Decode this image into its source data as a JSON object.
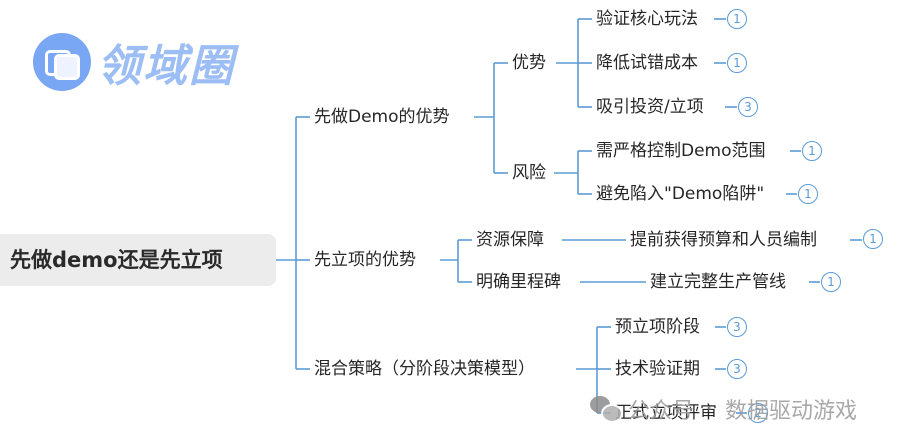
{
  "logo": {
    "text": "领域圈"
  },
  "mindmap": {
    "line_color": "#5b9bd5",
    "root": {
      "label": "先做demo还是先立项"
    },
    "branches": [
      {
        "label": "先做Demo的优势",
        "children": [
          {
            "label": "优势",
            "children": [
              {
                "label": "验证核心玩法",
                "badge": "1"
              },
              {
                "label": "降低试错成本",
                "badge": "1"
              },
              {
                "label": "吸引投资/立项",
                "badge": "3"
              }
            ]
          },
          {
            "label": "风险",
            "children": [
              {
                "label": "需严格控制Demo范围",
                "badge": "1"
              },
              {
                "label": "避免陷入\"Demo陷阱\"",
                "badge": "1"
              }
            ]
          }
        ]
      },
      {
        "label": "先立项的优势",
        "children": [
          {
            "label": "资源保障",
            "children": [
              {
                "label": "提前获得预算和人员编制",
                "badge": "1"
              }
            ]
          },
          {
            "label": "明确里程碑",
            "children": [
              {
                "label": "建立完整生产管线",
                "badge": "1"
              }
            ]
          }
        ]
      },
      {
        "label": "混合策略（分阶段决策模型）",
        "children": [
          {
            "label": "预立项阶段",
            "badge": "3"
          },
          {
            "label": "技术验证期",
            "badge": "3"
          },
          {
            "label": "正式立项评审",
            "badge": "2"
          }
        ]
      }
    ]
  },
  "watermark": {
    "source": "公众号",
    "separator": "·",
    "account": "数据驱动游戏"
  }
}
